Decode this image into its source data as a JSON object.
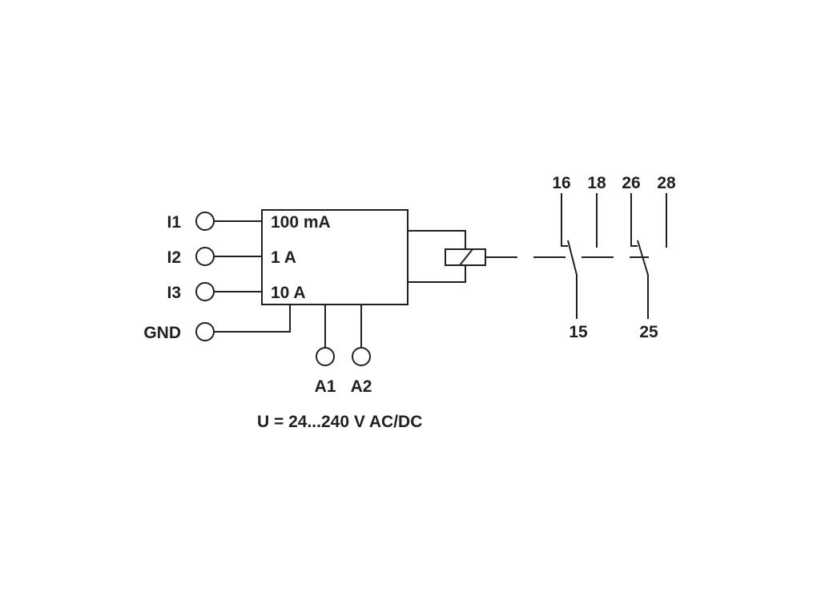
{
  "inputs": {
    "i1": "I1",
    "i2": "I2",
    "i3": "I3",
    "gnd": "GND"
  },
  "ranges": {
    "r1": "100 mA",
    "r2": "1 A",
    "r3": "10 A"
  },
  "supply": {
    "a1": "A1",
    "a2": "A2",
    "voltage": "U = 24...240 V AC/DC"
  },
  "contacts": {
    "c16": "16",
    "c18": "18",
    "c26": "26",
    "c28": "28",
    "c15": "15",
    "c25": "25"
  }
}
